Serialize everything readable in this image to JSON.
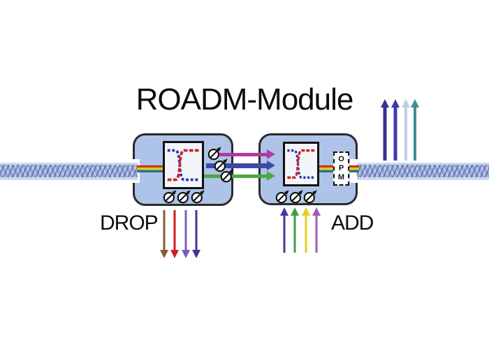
{
  "title": "ROADM-Module",
  "labels": {
    "drop": "DROP",
    "add": "ADD"
  },
  "opm": {
    "letters": [
      "O",
      "P",
      "M"
    ]
  },
  "colors": {
    "background": "#ffffff",
    "title_text": "#0d0d0d",
    "module_fill": "#aec3e8",
    "module_border": "#2b2b2b",
    "switch_box_fill": "#f2f5fa",
    "switch_blue": "#2a35a8",
    "switch_red": "#cc2424",
    "attenuator_stroke": "#111111",
    "fiber_base": "#96abd8",
    "rainbow": [
      "#c02020",
      "#e87820",
      "#e8e020",
      "#3fa03f",
      "#3a57b8"
    ],
    "express": [
      "#b13a9e",
      "#3c49a8",
      "#4ca843"
    ],
    "drop": [
      "#8a5c33",
      "#cc2020",
      "#7a5cc0",
      "#3f35a0"
    ],
    "add": [
      "#403a9e",
      "#3f9e42",
      "#e6cf1f",
      "#a55ab0"
    ],
    "out": [
      "#34328f",
      "#3d3bb0",
      "#bcd0dc",
      "#3e8e93"
    ]
  }
}
